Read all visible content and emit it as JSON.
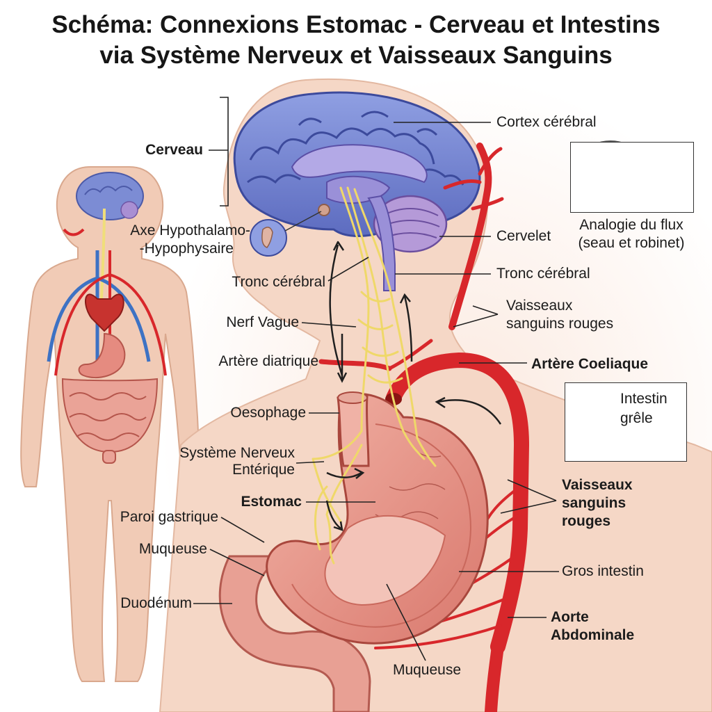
{
  "title": {
    "line1": "Schéma: Connexions Estomac - Cerveau et Intestins",
    "line2": "via Système Nerveux et Vaisseaux Sanguins"
  },
  "labels": {
    "cerveau": "Cerveau",
    "cortex": "Cortex cérébral",
    "axe_line1": "Axe Hypothalamo-",
    "axe_line2": "-Hypophysaire",
    "cervelet": "Cervelet",
    "tronc_left": "Tronc cérébral",
    "tronc_right": "Tronc cérébral",
    "nerf_vague": "Nerf Vague",
    "vaisseaux_top_line1": "Vaisseaux",
    "vaisseaux_top_line2": "sanguins rouges",
    "artere_diatrique": "Artère diatrique",
    "artere_coeliaque": "Artère Coeliaque",
    "oesophage": "Oesophage",
    "sne_line1": "Système Nerveux",
    "sne_line2": "Entérique",
    "estomac": "Estomac",
    "paroi": "Paroi gastrique",
    "muqueuse_left": "Muqueuse",
    "duodenum": "Duodénum",
    "vaisseaux_mid_line1": "Vaisseaux",
    "vaisseaux_mid_line2": "sanguins",
    "vaisseaux_mid_line3": "rouges",
    "gros_intestin": "Gros intestin",
    "aorte_line1": "Aorte",
    "aorte_line2": "Abdominale",
    "muqueuse_bottom": "Muqueuse"
  },
  "insets": {
    "analogie_line1": "Analogie du flux",
    "analogie_line2": "(seau et robinet)",
    "intestin_line1": "Intestin",
    "intestin_line2": "grêle"
  },
  "icons": [
    "bucket-icon",
    "faucet-icon",
    "bucket-icon"
  ],
  "colors": {
    "brain": "#7f8fd6",
    "brain_dark": "#4f5fb0",
    "skin": "#f4d3c0",
    "artery": "#d8272b",
    "nerve": "#f0de7a",
    "stomach": "#e79a90",
    "vein": "#3d72c4"
  }
}
